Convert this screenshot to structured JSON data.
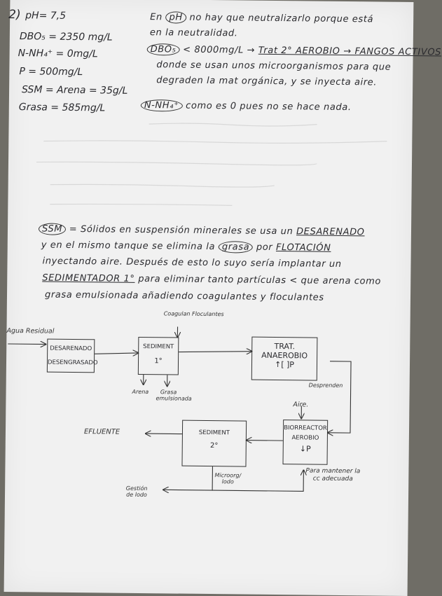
{
  "params": {
    "number": "2)",
    "ph": "pH= 7,5",
    "dbo": "DBO₅ = 2350 mg/L",
    "nnh": "N-NH₄⁺ = 0mg/L",
    "p": "P = 500mg/L",
    "ssm": "SSM = Arena = 35g/L",
    "grasa": "Grasa = 585mg/L"
  },
  "notes": {
    "l1a": "En",
    "l1b": "pH",
    "l1c": "no hay que neutralizarlo porque está",
    "l2": "en la neutralidad.",
    "l3a": "DBO₅",
    "l3b": "< 8000mg/L →",
    "l3c": "Trat 2° AEROBIO → FANGOS ACTIVOS",
    "l4": "donde se usan unos microorganismos para que",
    "l5": "degraden la mat orgánica, y se inyecta aire.",
    "l6a": "N-NH₄⁺",
    "l6b": "como es 0 pues no se hace nada."
  },
  "para": {
    "l1a": "SSM",
    "l1b": "= Sólidos en suspensión minerales se usa un",
    "l1c": "DESARENADO",
    "l2a": "y en el mismo tanque se elimina la",
    "l2b": "grasa",
    "l2c": "por",
    "l2d": "FLOTACIÓN",
    "l3": "inyectando aire. Después de esto lo suyo sería implantar un",
    "l4a": "SEDIMENTADOR 1°",
    "l4b": "para eliminar tanto partículas < que arena como",
    "l5": "grasa emulsionada añadiendo coagulantes y floculantes"
  },
  "diagram": {
    "input": "Agua Residual",
    "box1_l1": "DESARENADO",
    "box1_l2": "DESENGRASADO",
    "coag": "Coagulan Floculantes",
    "box2_l1": "SEDIMENT",
    "box2_l2": "1°",
    "arena": "Arena",
    "grasa": "Grasa emulsionada",
    "box3_l1": "TRAT.",
    "box3_l2": "ANAEROBIO",
    "box3_l3": "↑[ ]P",
    "box3_note": "Desprenden",
    "aire": "Aire.",
    "box4_l1": "BIORREACTOR",
    "box4_l2": "AEROBIO",
    "box4_l3": "↓P",
    "efluente": "EFLUENTE",
    "box5_l1": "SEDIMENT",
    "box5_l2": "2°",
    "micro": "Microorg/ lodo",
    "gestion": "Gestión de lodo",
    "mantener": "Para mantener la cc adecuada"
  }
}
